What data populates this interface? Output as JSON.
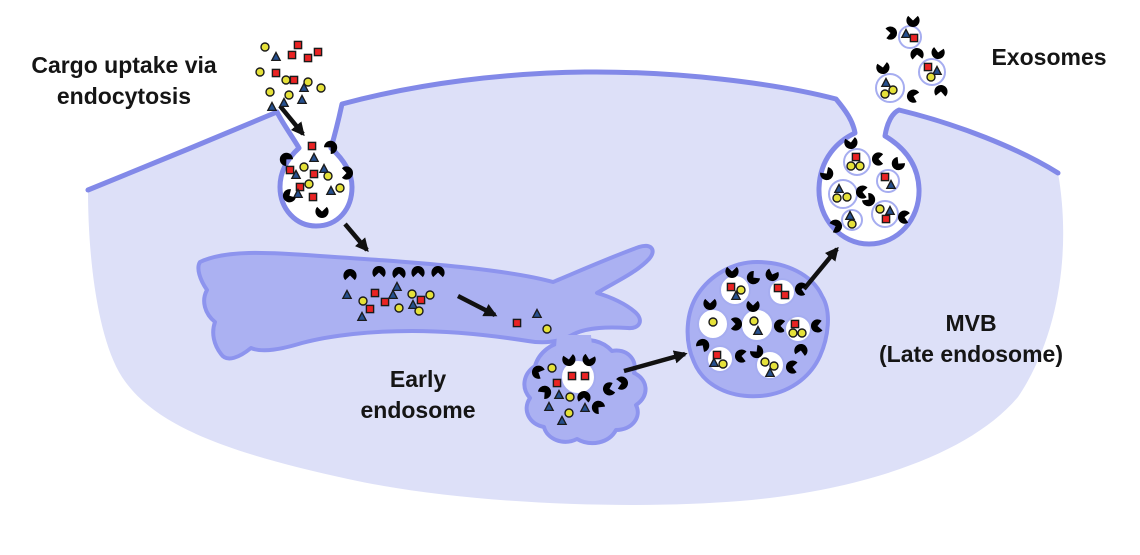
{
  "diagram": {
    "type": "biology-pathway-illustration",
    "subject": "Exosome biogenesis and release",
    "labels": {
      "cargo_uptake_line1": "Cargo uptake via",
      "cargo_uptake_line2": "endocytosis",
      "early_endosome_line1": "Early",
      "early_endosome_line2": "endosome",
      "mvb_line1": "MVB",
      "mvb_line2": "(Late endosome)",
      "exosomes": "Exosomes"
    },
    "icons": {
      "cargo_yellow": "yellow-circle-cargo",
      "cargo_red": "red-square-cargo",
      "cargo_blue": "blue-triangle-cargo",
      "receptor_magenta": "magenta-receptor",
      "receptor_green": "green-receptor"
    }
  },
  "palette": {
    "background": "#ffffff",
    "membrane": "#8289e8",
    "cell_fill": "#dde0f8",
    "organelle_fill": "#abb1f2",
    "organelle_stroke": "#8d94ee",
    "vesicle_fill": "#ffffff",
    "vesicle_stroke": "#a6adf0",
    "cargo_yellow": "#e5e139",
    "cargo_red": "#ea2323",
    "cargo_blue": "#26508f",
    "receptor_magenta": "#c257c2",
    "receptor_green": "#2ccf35",
    "ink": "#111111"
  }
}
